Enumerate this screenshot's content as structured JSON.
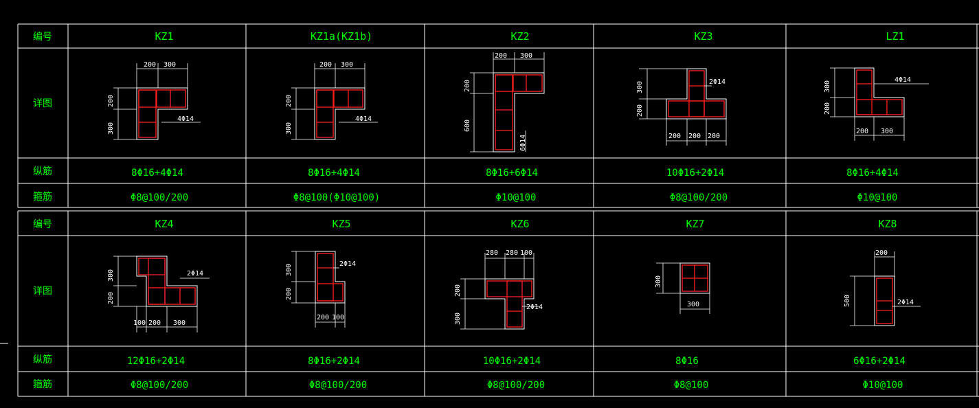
{
  "rows": [
    {
      "label_bianhao": "编号",
      "label_xiangtu": "详图",
      "label_zongjin": "纵筋",
      "label_gujin": "箍筋",
      "columns": [
        {
          "id": "KZ1",
          "zongjin": "8Φ16+4Φ14",
          "gujin": "Φ8@100/200",
          "dims_top": [
            "200",
            "300"
          ],
          "dims_left": [
            "200",
            "300"
          ],
          "callout": "4Φ14"
        },
        {
          "id": "KZ1a(KZ1b)",
          "zongjin": "8Φ16+4Φ14",
          "gujin": "Φ8@100(Φ10@100)",
          "dims_top": [
            "200",
            "300"
          ],
          "dims_left": [
            "200",
            "300"
          ],
          "callout": "4Φ14"
        },
        {
          "id": "KZ2",
          "zongjin": "8Φ16+6Φ14",
          "gujin": "Φ10@100",
          "dims_top": [
            "200",
            "300"
          ],
          "dims_left": [
            "200",
            "600"
          ],
          "callout": "6Φ14"
        },
        {
          "id": "KZ3",
          "zongjin": "10Φ16+2Φ14",
          "gujin": "Φ8@100/200",
          "dims_bottom": [
            "200",
            "200",
            "200"
          ],
          "dims_left": [
            "300",
            "200"
          ],
          "callout": "2Φ14"
        },
        {
          "id": "LZ1",
          "zongjin": "8Φ16+4Φ14",
          "gujin": "Φ10@100",
          "dims_bottom": [
            "200",
            "300"
          ],
          "dims_left": [
            "300",
            "200"
          ],
          "callout": "4Φ14"
        }
      ]
    },
    {
      "label_bianhao": "编号",
      "label_xiangtu": "详图",
      "label_zongjin": "纵筋",
      "label_gujin": "箍筋",
      "columns": [
        {
          "id": "KZ4",
          "zongjin": "12Φ16+2Φ14",
          "gujin": "Φ8@100/200",
          "dims_bottom": [
            "100",
            "200",
            "300"
          ],
          "dims_left": [
            "300",
            "200"
          ],
          "callout": "2Φ14"
        },
        {
          "id": "KZ5",
          "zongjin": "8Φ16+2Φ14",
          "gujin": "Φ8@100/200",
          "dims_bottom": [
            "200",
            "100"
          ],
          "dims_left": [
            "300",
            "200"
          ],
          "callout": "2Φ14"
        },
        {
          "id": "KZ6",
          "zongjin": "10Φ16+2Φ14",
          "gujin": "Φ8@100/200",
          "dims_top": [
            "280",
            "280",
            "100"
          ],
          "dims_left": [
            "200",
            "300"
          ],
          "callout": "2Φ14"
        },
        {
          "id": "KZ7",
          "zongjin": "8Φ16",
          "gujin": "Φ8@100",
          "dims_bottom": [
            "300"
          ],
          "dims_left": [
            "300"
          ]
        },
        {
          "id": "KZ8",
          "zongjin": "6Φ16+2Φ14",
          "gujin": "Φ10@100",
          "dims_top": [
            "200"
          ],
          "dims_left": [
            "500"
          ],
          "callout": "2Φ14"
        }
      ]
    }
  ],
  "colors": {
    "background": "#000000",
    "text": "#00ff00",
    "lines": "#ffffff",
    "rebar": "#ff2020"
  }
}
